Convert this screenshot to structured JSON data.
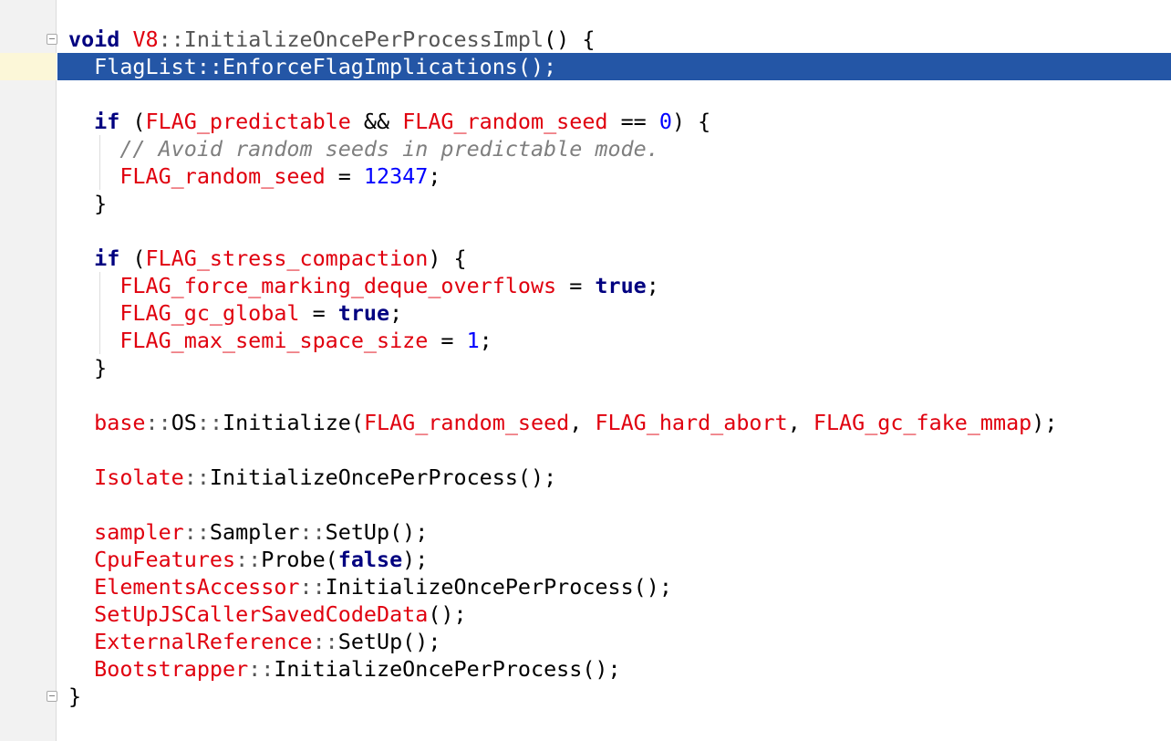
{
  "editor": {
    "lines": [
      [
        {
          "t": "void",
          "c": "kw"
        },
        {
          "t": " ",
          "c": "fn"
        },
        {
          "t": "V8",
          "c": "id"
        },
        {
          "t": "::",
          "c": "nsc"
        },
        {
          "t": "InitializeOncePerProcessImpl",
          "c": "nsc"
        },
        {
          "t": "() {",
          "c": "fn"
        }
      ],
      [
        {
          "t": "  FlagList::EnforceFlagImplications();",
          "c": "fn"
        }
      ],
      [],
      [
        {
          "t": "  ",
          "c": "fn"
        },
        {
          "t": "if",
          "c": "kw"
        },
        {
          "t": " (",
          "c": "fn"
        },
        {
          "t": "FLAG_predictable",
          "c": "id"
        },
        {
          "t": " && ",
          "c": "fn"
        },
        {
          "t": "FLAG_random_seed",
          "c": "id"
        },
        {
          "t": " == ",
          "c": "fn"
        },
        {
          "t": "0",
          "c": "num"
        },
        {
          "t": ") {",
          "c": "fn"
        }
      ],
      [
        {
          "t": "    ",
          "c": "fn"
        },
        {
          "t": "// Avoid random seeds in predictable mode.",
          "c": "com"
        }
      ],
      [
        {
          "t": "    ",
          "c": "fn"
        },
        {
          "t": "FLAG_random_seed",
          "c": "id"
        },
        {
          "t": " = ",
          "c": "fn"
        },
        {
          "t": "12347",
          "c": "num"
        },
        {
          "t": ";",
          "c": "fn"
        }
      ],
      [
        {
          "t": "  }",
          "c": "fn"
        }
      ],
      [],
      [
        {
          "t": "  ",
          "c": "fn"
        },
        {
          "t": "if",
          "c": "kw"
        },
        {
          "t": " (",
          "c": "fn"
        },
        {
          "t": "FLAG_stress_compaction",
          "c": "id"
        },
        {
          "t": ") {",
          "c": "fn"
        }
      ],
      [
        {
          "t": "    ",
          "c": "fn"
        },
        {
          "t": "FLAG_force_marking_deque_overflows",
          "c": "id"
        },
        {
          "t": " = ",
          "c": "fn"
        },
        {
          "t": "true",
          "c": "kw"
        },
        {
          "t": ";",
          "c": "fn"
        }
      ],
      [
        {
          "t": "    ",
          "c": "fn"
        },
        {
          "t": "FLAG_gc_global",
          "c": "id"
        },
        {
          "t": " = ",
          "c": "fn"
        },
        {
          "t": "true",
          "c": "kw"
        },
        {
          "t": ";",
          "c": "fn"
        }
      ],
      [
        {
          "t": "    ",
          "c": "fn"
        },
        {
          "t": "FLAG_max_semi_space_size",
          "c": "id"
        },
        {
          "t": " = ",
          "c": "fn"
        },
        {
          "t": "1",
          "c": "num"
        },
        {
          "t": ";",
          "c": "fn"
        }
      ],
      [
        {
          "t": "  }",
          "c": "fn"
        }
      ],
      [],
      [
        {
          "t": "  ",
          "c": "fn"
        },
        {
          "t": "base",
          "c": "id"
        },
        {
          "t": "::",
          "c": "nsc"
        },
        {
          "t": "OS",
          "c": "fn"
        },
        {
          "t": "::",
          "c": "nsc"
        },
        {
          "t": "Initialize(",
          "c": "fn"
        },
        {
          "t": "FLAG_random_seed",
          "c": "id"
        },
        {
          "t": ", ",
          "c": "fn"
        },
        {
          "t": "FLAG_hard_abort",
          "c": "id"
        },
        {
          "t": ", ",
          "c": "fn"
        },
        {
          "t": "FLAG_gc_fake_mmap",
          "c": "id"
        },
        {
          "t": ");",
          "c": "fn"
        }
      ],
      [],
      [
        {
          "t": "  ",
          "c": "fn"
        },
        {
          "t": "Isolate",
          "c": "id"
        },
        {
          "t": "::",
          "c": "nsc"
        },
        {
          "t": "InitializeOncePerProcess();",
          "c": "fn"
        }
      ],
      [],
      [
        {
          "t": "  ",
          "c": "fn"
        },
        {
          "t": "sampler",
          "c": "id"
        },
        {
          "t": "::",
          "c": "nsc"
        },
        {
          "t": "Sampler",
          "c": "fn"
        },
        {
          "t": "::",
          "c": "nsc"
        },
        {
          "t": "SetUp();",
          "c": "fn"
        }
      ],
      [
        {
          "t": "  ",
          "c": "fn"
        },
        {
          "t": "CpuFeatures",
          "c": "id"
        },
        {
          "t": "::",
          "c": "nsc"
        },
        {
          "t": "Probe(",
          "c": "fn"
        },
        {
          "t": "false",
          "c": "kw"
        },
        {
          "t": ");",
          "c": "fn"
        }
      ],
      [
        {
          "t": "  ",
          "c": "fn"
        },
        {
          "t": "ElementsAccessor",
          "c": "id"
        },
        {
          "t": "::",
          "c": "nsc"
        },
        {
          "t": "InitializeOncePerProcess();",
          "c": "fn"
        }
      ],
      [
        {
          "t": "  ",
          "c": "fn"
        },
        {
          "t": "SetUpJSCallerSavedCodeData",
          "c": "id"
        },
        {
          "t": "();",
          "c": "fn"
        }
      ],
      [
        {
          "t": "  ",
          "c": "fn"
        },
        {
          "t": "ExternalReference",
          "c": "id"
        },
        {
          "t": "::",
          "c": "nsc"
        },
        {
          "t": "SetUp();",
          "c": "fn"
        }
      ],
      [
        {
          "t": "  ",
          "c": "fn"
        },
        {
          "t": "Bootstrapper",
          "c": "id"
        },
        {
          "t": "::",
          "c": "nsc"
        },
        {
          "t": "InitializeOncePerProcess();",
          "c": "fn"
        }
      ],
      [
        {
          "t": "}",
          "c": "fn"
        }
      ]
    ],
    "selected_line": 2,
    "colors": {
      "selection": "#2456a6",
      "keyword": "#000080",
      "identifier": "#e0000e",
      "number": "#0000ff",
      "comment": "#7f7f7f",
      "gutter": "#f2f2f2",
      "caret_row": "#fcf7d8"
    }
  }
}
